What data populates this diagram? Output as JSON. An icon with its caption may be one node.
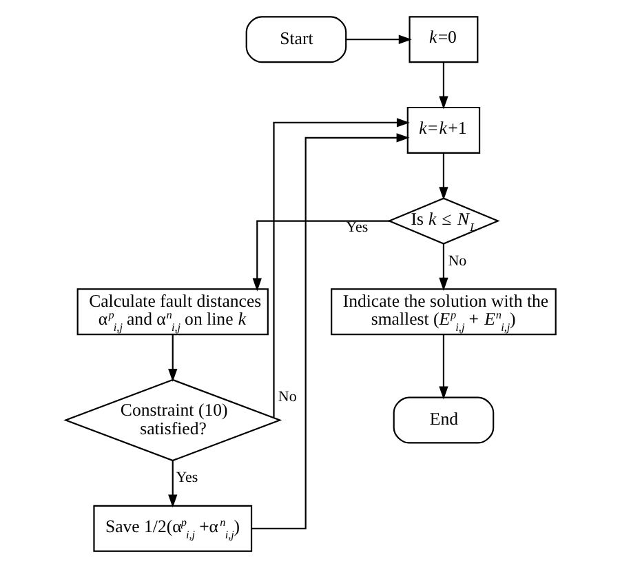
{
  "diagram": {
    "nodes": [
      {
        "text": [
          "Start"
        ]
      },
      {
        "text": [
          "*k*=0"
        ]
      },
      {
        "text": [
          "*k*=*k*+1"
        ]
      },
      {
        "text": [
          "Is *k* ≤ *N*$_{L}$"
        ]
      },
      {
        "text": [
          "Calculate fault distances α$^{p}$$_{i,j}$ and α$^{n}$$_{i,j}$ on line *k*"
        ]
      },
      {
        "text": [
          "Constraint (10) satisfied?"
        ]
      },
      {
        "text": [
          "Save 1/2(α$^{p}$$_{i,j}$ +α$^{n}$$_{i,j}$)"
        ]
      },
      {
        "text": [
          "Indicate the solution with the smallest (*E*$^{p}$$_{i,j}$ + *E*$^{n}$$_{i,j}$)"
        ]
      },
      {
        "text": [
          "End"
        ]
      }
    ],
    "edges": [
      {
        "from": 0,
        "to": 1,
        "arrow": "to"
      },
      {
        "from": 1,
        "to": 2,
        "arrow": "to"
      },
      {
        "from": 2,
        "to": 3,
        "arrow": "to"
      },
      {
        "from": 3,
        "to": 4,
        "arrow": "to",
        "label": "Yes"
      },
      {
        "from": 3,
        "to": 7,
        "arrow": "to",
        "label": "No"
      },
      {
        "from": 4,
        "to": 5,
        "arrow": "to"
      },
      {
        "from": 5,
        "to": 2,
        "arrow": "to",
        "label": "No"
      },
      {
        "from": 5,
        "to": 6,
        "arrow": "to",
        "label": "Yes"
      },
      {
        "from": 6,
        "to": 2,
        "arrow": "to"
      },
      {
        "from": 7,
        "to": 8,
        "arrow": "to"
      }
    ]
  }
}
